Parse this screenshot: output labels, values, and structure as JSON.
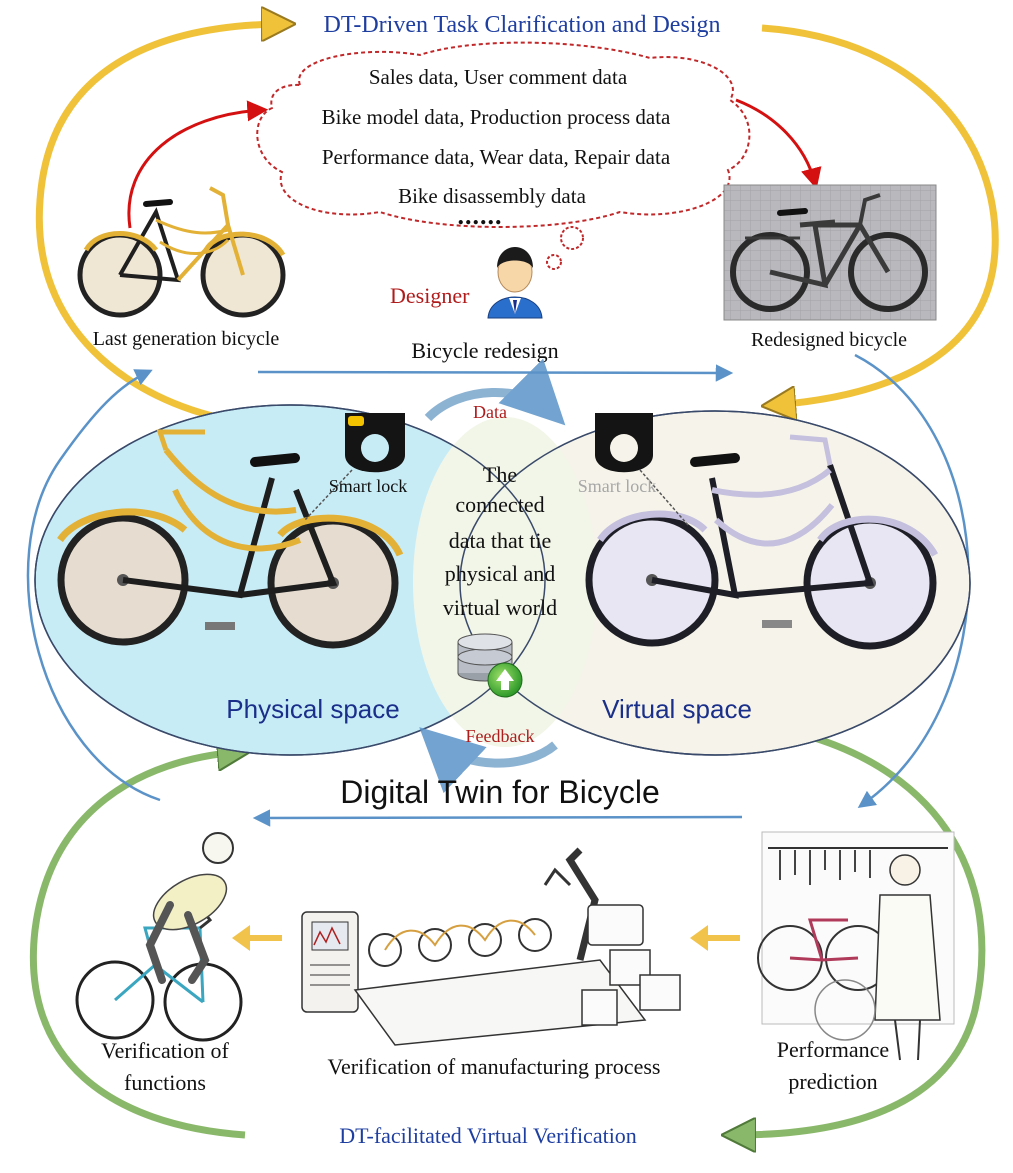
{
  "top_title": "DT-Driven Task Clarification and Design",
  "bottom_title": "DT-facilitated Virtual Verification",
  "main_title": "Digital Twin for Bicycle",
  "cloud_lines": [
    "Sales data, User comment data",
    "Bike model data, Production process data",
    "Performance data, Wear data, Repair data",
    "Bike disassembly data",
    "......"
  ],
  "designer_label": "Designer",
  "last_gen_label": "Last generation bicycle",
  "redesigned_label": "Redesigned bicycle",
  "redesign_label": "Bicycle redesign",
  "data_label": "Data",
  "feedback_label": "Feedback",
  "smart_lock_physical": "Smart lock",
  "smart_lock_virtual": "Smart lock",
  "center_text": [
    "The",
    "connected",
    "data that tie",
    "physical and",
    "virtual world"
  ],
  "physical_space_label": "Physical  space",
  "virtual_space_label": "Virtual space",
  "verification_functions": [
    "Verification of",
    "functions"
  ],
  "verification_manufacturing": "Verification of manufacturing process",
  "performance_prediction": [
    "Performance",
    "prediction"
  ],
  "colors": {
    "title_blue": "#1f3fa0",
    "space_blue": "#1a2f8a",
    "dark_red": "#b01c1c",
    "arrow_red": "#d41010",
    "flow_blue": "#5b93c8",
    "arc_yellow": "#efc23a",
    "arc_green": "#8ab86a",
    "physical_fill": "#c8ecf6",
    "virtual_fill": "#f6f4ea",
    "overlap_fill": "#f2f6e8",
    "bike_yellow": "#e2b136",
    "bike_lilac": "#c4c0de"
  }
}
